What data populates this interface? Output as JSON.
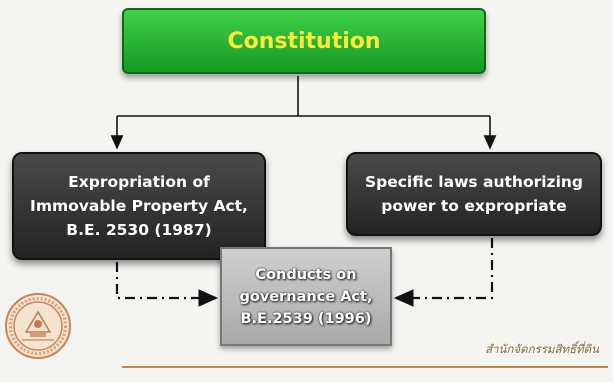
{
  "diagram": {
    "top": {
      "label": "Constitution"
    },
    "left": {
      "label": "Expropriation of\nImmovable Property Act,\nB.E. 2530 (1987)"
    },
    "right": {
      "label": "Specific laws authorizing\npower to expropriate"
    },
    "center": {
      "label": "Conducts on\ngovernance Act,\nB.E.2539 (1996)"
    }
  },
  "footer": {
    "agency": "สำนักจัดกรรมสิทธิ์ที่ดิน"
  },
  "colors": {
    "top_fill": "#22b030",
    "top_text": "#ffea3a",
    "dark_fill": "#2e2e2e",
    "center_fill": "#bdbdbd",
    "rule": "#b58b4a"
  },
  "icons": {
    "seal": "agency-seal-logo"
  }
}
